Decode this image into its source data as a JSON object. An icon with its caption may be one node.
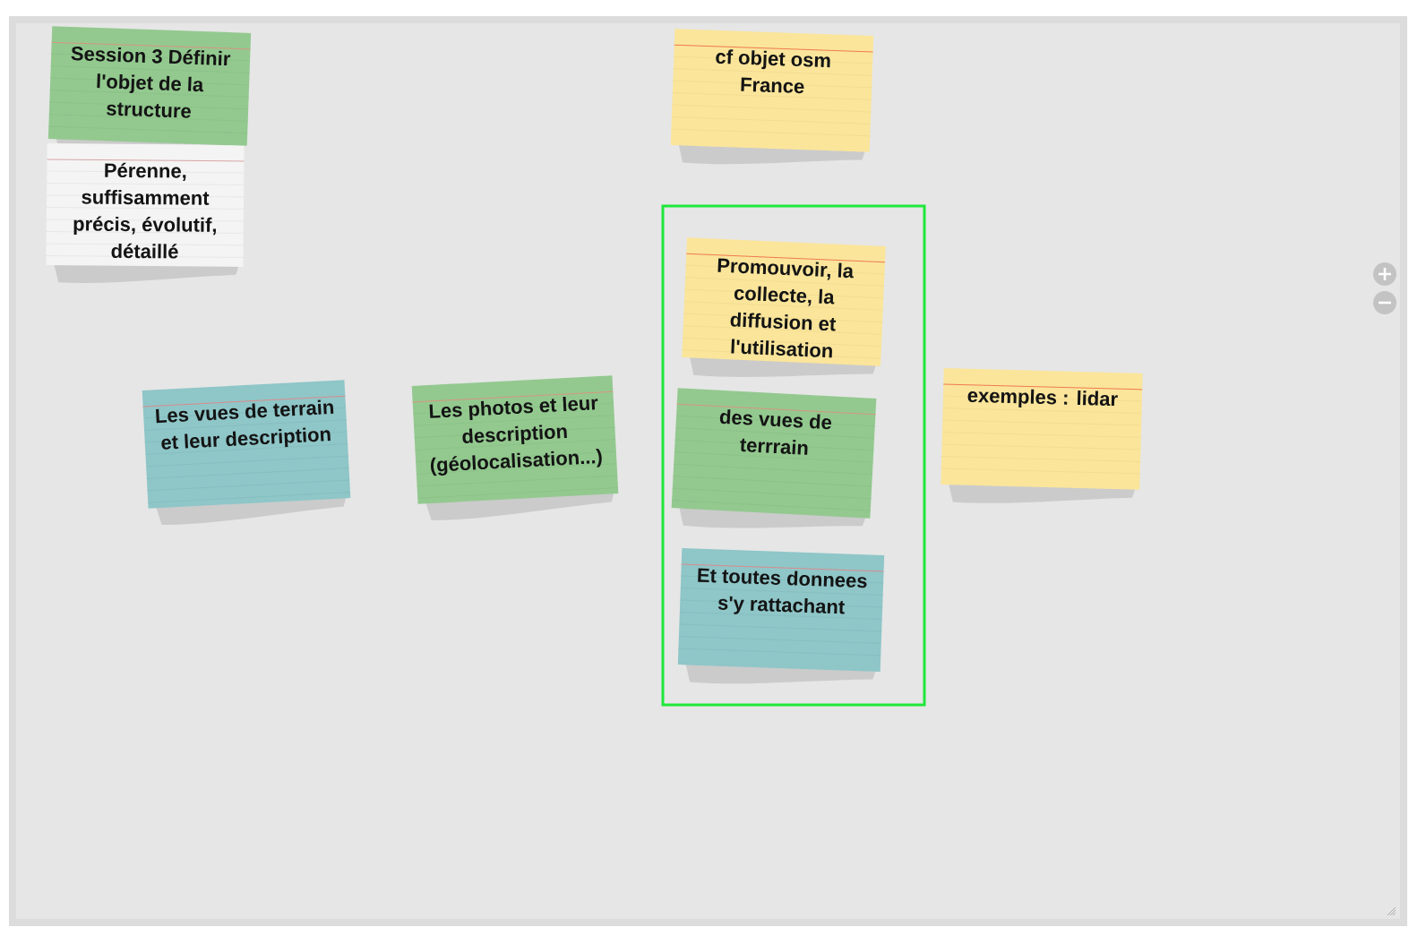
{
  "diagram": {
    "nodes": [
      {
        "text": [
          "Session 3 Définir l'objet de la structure"
        ]
      },
      {
        "text": [
          "Pérenne, suffisamment précis, évolutif, détaillé"
        ]
      },
      {
        "text": [
          "cf objet osm France"
        ]
      },
      {
        "text": [],
        "shape": "box"
      },
      {
        "text": [
          "Promouvoir, la collecte, la diffusion et l'utilisation"
        ],
        "in": 3
      },
      {
        "text": [
          "des vues de terrrain"
        ],
        "in": 3
      },
      {
        "text": [
          "Et toutes donnees s'y rattachant"
        ],
        "in": 3
      },
      {
        "text": [
          "Les vues de terrain et leur description"
        ]
      },
      {
        "text": [
          "Les photos et leur description (géolocalisation...)"
        ]
      },
      {
        "text": [
          "exemples : lidar"
        ]
      }
    ]
  }
}
